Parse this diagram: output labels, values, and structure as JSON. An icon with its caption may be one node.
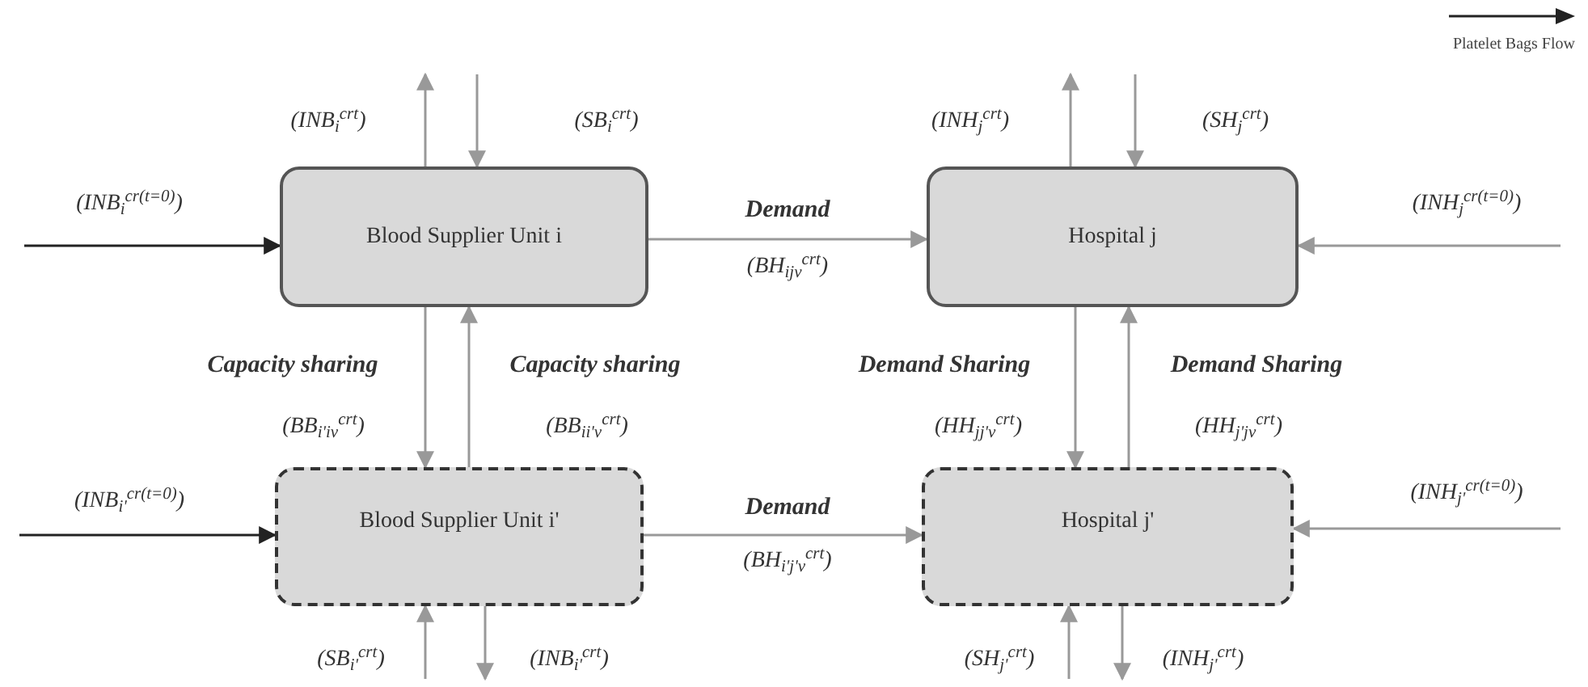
{
  "diagram": {
    "nodes": [
      {
        "text": [
          "Blood Supplier Unit i"
        ]
      },
      {
        "text": [
          "Hospital j"
        ]
      },
      {
        "text": [
          "Blood Supplier Unit i'"
        ]
      },
      {
        "text": [
          "Hospital j'"
        ]
      }
    ],
    "edges": [
      {
        "from": null,
        "to": 0,
        "arrow": "to",
        "label": "(INB$_{i}$$^{cr(t=0)}$)",
        "color": "#222222"
      },
      {
        "from": 0,
        "to": null,
        "arrow": "to",
        "label": "(INB$_{i}$$^{crt}$)"
      },
      {
        "from": null,
        "to": 0,
        "arrow": "to",
        "label": "(SB$_{i}$$^{crt}$)"
      },
      {
        "from": 0,
        "to": 1,
        "arrow": "to",
        "label": "Demand"
      },
      {
        "from": 1,
        "to": null,
        "arrow": "to",
        "label": "(INH$_{j}$$^{crt}$)"
      },
      {
        "from": null,
        "to": 1,
        "arrow": "to",
        "label": "(SH$_{j}$$^{crt}$)"
      },
      {
        "from": null,
        "to": 1,
        "arrow": "to",
        "label": "(INH$_{j}$$^{cr(t=0)}$)"
      },
      {
        "from": 0,
        "to": 2,
        "arrow": "to",
        "label": "Capacity sharing"
      },
      {
        "from": 2,
        "to": 0,
        "arrow": "to",
        "label": "Capacity sharing"
      },
      {
        "from": 1,
        "to": 3,
        "arrow": "to",
        "label": "Demand Sharing"
      },
      {
        "from": 3,
        "to": 1,
        "arrow": "to",
        "label": "Demand Sharing"
      },
      {
        "from": null,
        "to": 2,
        "arrow": "to",
        "label": "(INB$_{i'}$$^{cr(t=0)}$)",
        "color": "#222222"
      },
      {
        "from": 2,
        "to": 3,
        "arrow": "to",
        "label": "Demand"
      },
      {
        "from": null,
        "to": 3,
        "arrow": "to",
        "label": "(INH$_{j'}$$^{cr(t=0)}$)"
      },
      {
        "from": null,
        "to": 2,
        "arrow": "to",
        "label": "(SB$_{i'}$$^{crt}$)"
      },
      {
        "from": 2,
        "to": null,
        "arrow": "to",
        "label": "(INB$_{i'}$$^{crt}$)"
      },
      {
        "from": null,
        "to": 3,
        "arrow": "to",
        "label": "(SH$_{j'}$$^{crt}$)"
      },
      {
        "from": 3,
        "to": null,
        "arrow": "to",
        "label": "(INH$_{j'}$$^{crt}$)"
      }
    ],
    "labels": [
      "(BH$_{ijv}$$^{crt}$)",
      "(BB$_{i'iv}$$^{crt}$)",
      "(BB$_{ii'v}$$^{crt}$)",
      "(HH$_{jj'v}$$^{crt}$)",
      "(HH$_{j'jv}$$^{crt}$)",
      "(BH$_{i'j'v}$$^{crt}$)"
    ],
    "legend": [
      {
        "text": "Platelet Bags Flow"
      }
    ]
  }
}
